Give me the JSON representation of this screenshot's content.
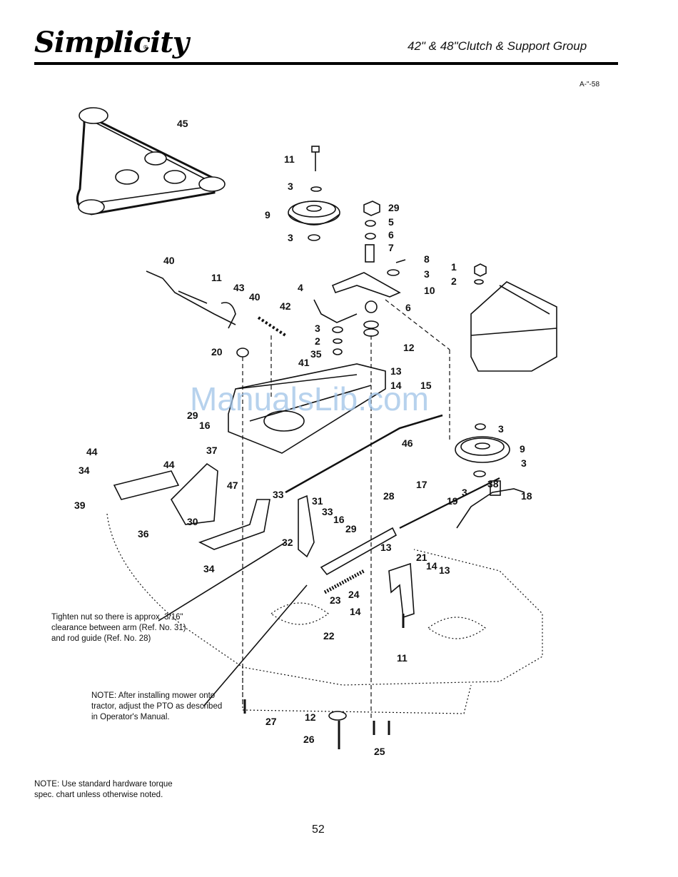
{
  "header": {
    "brand": "Simplicity",
    "brand_mark": "®",
    "title": "42\" & 48\"Clutch & Support Group",
    "ref_code": "A-\"-58"
  },
  "watermark": "ManualsLib.com",
  "notes": {
    "tighten": "Tighten nut so there is approx. 3/16\" clearance between arm (Ref. No. 31) and rod guide (Ref. No. 28)",
    "pto": "NOTE: After installing mower onto tractor, adjust the PTO as described in Operator's Manual.",
    "hardware": "NOTE: Use standard hardware torque spec. chart unless otherwise noted."
  },
  "page_number": "52",
  "callouts": [
    {
      "id": "c45",
      "text": "45"
    },
    {
      "id": "c11a",
      "text": "11"
    },
    {
      "id": "c3a",
      "text": "3"
    },
    {
      "id": "c9a",
      "text": "9"
    },
    {
      "id": "c3b",
      "text": "3"
    },
    {
      "id": "c29a",
      "text": "29"
    },
    {
      "id": "c5",
      "text": "5"
    },
    {
      "id": "c6a",
      "text": "6"
    },
    {
      "id": "c7",
      "text": "7"
    },
    {
      "id": "c8",
      "text": "8"
    },
    {
      "id": "c3c",
      "text": "3"
    },
    {
      "id": "c10",
      "text": "10"
    },
    {
      "id": "c1",
      "text": "1"
    },
    {
      "id": "c2a",
      "text": "2"
    },
    {
      "id": "c40a",
      "text": "40"
    },
    {
      "id": "c11b",
      "text": "11"
    },
    {
      "id": "c43",
      "text": "43"
    },
    {
      "id": "c40b",
      "text": "40"
    },
    {
      "id": "c42",
      "text": "42"
    },
    {
      "id": "c4",
      "text": "4"
    },
    {
      "id": "c6b",
      "text": "6"
    },
    {
      "id": "c3d",
      "text": "3"
    },
    {
      "id": "c2b",
      "text": "2"
    },
    {
      "id": "c35",
      "text": "35"
    },
    {
      "id": "c12a",
      "text": "12"
    },
    {
      "id": "c20",
      "text": "20"
    },
    {
      "id": "c41",
      "text": "41"
    },
    {
      "id": "c13a",
      "text": "13"
    },
    {
      "id": "c14a",
      "text": "14"
    },
    {
      "id": "c15",
      "text": "15"
    },
    {
      "id": "c29b",
      "text": "29"
    },
    {
      "id": "c16a",
      "text": "16"
    },
    {
      "id": "c37",
      "text": "37"
    },
    {
      "id": "c46",
      "text": "46"
    },
    {
      "id": "c3e",
      "text": "3"
    },
    {
      "id": "c9b",
      "text": "9"
    },
    {
      "id": "c3f",
      "text": "3"
    },
    {
      "id": "c44a",
      "text": "44"
    },
    {
      "id": "c34a",
      "text": "34"
    },
    {
      "id": "c44b",
      "text": "44"
    },
    {
      "id": "c47",
      "text": "47"
    },
    {
      "id": "c39",
      "text": "39"
    },
    {
      "id": "c17",
      "text": "17"
    },
    {
      "id": "c3g",
      "text": "3"
    },
    {
      "id": "c38",
      "text": "38"
    },
    {
      "id": "c18",
      "text": "18"
    },
    {
      "id": "c33a",
      "text": "33"
    },
    {
      "id": "c31",
      "text": "31"
    },
    {
      "id": "c33b",
      "text": "33"
    },
    {
      "id": "c28",
      "text": "28"
    },
    {
      "id": "c19",
      "text": "19"
    },
    {
      "id": "c16b",
      "text": "16"
    },
    {
      "id": "c30",
      "text": "30"
    },
    {
      "id": "c36",
      "text": "36"
    },
    {
      "id": "c29c",
      "text": "29"
    },
    {
      "id": "c32",
      "text": "32"
    },
    {
      "id": "c34b",
      "text": "34"
    },
    {
      "id": "c13b",
      "text": "13"
    },
    {
      "id": "c21",
      "text": "21"
    },
    {
      "id": "c14b",
      "text": "14"
    },
    {
      "id": "c13c",
      "text": "13"
    },
    {
      "id": "c24",
      "text": "24"
    },
    {
      "id": "c23",
      "text": "23"
    },
    {
      "id": "c14c",
      "text": "14"
    },
    {
      "id": "c22",
      "text": "22"
    },
    {
      "id": "c11c",
      "text": "11"
    },
    {
      "id": "c27",
      "text": "27"
    },
    {
      "id": "c12b",
      "text": "12"
    },
    {
      "id": "c26",
      "text": "26"
    },
    {
      "id": "c25",
      "text": "25"
    }
  ]
}
